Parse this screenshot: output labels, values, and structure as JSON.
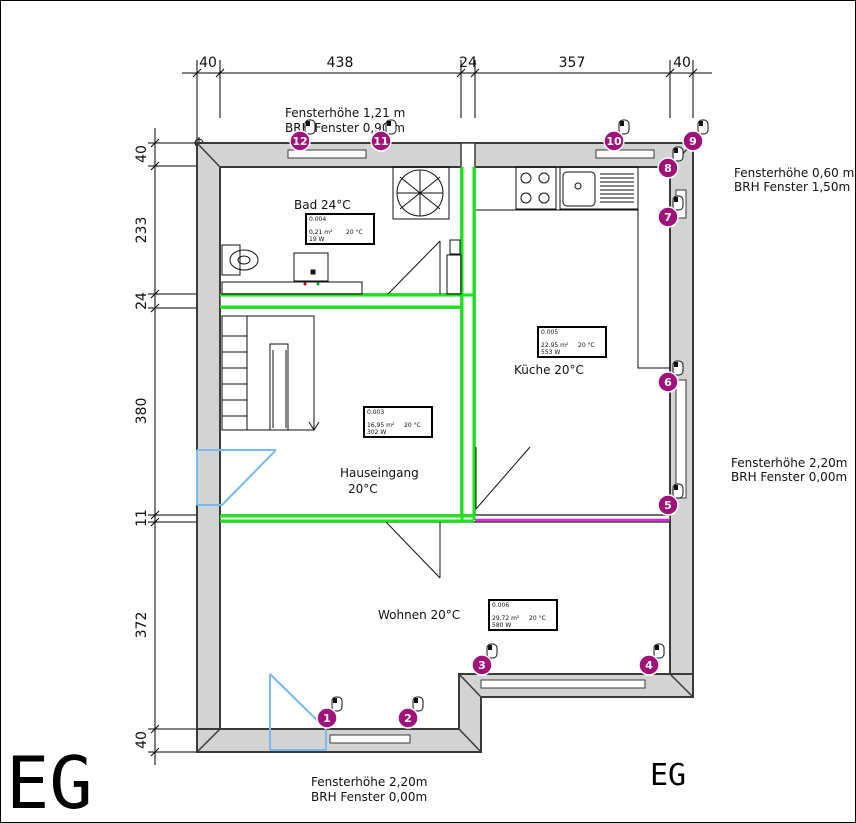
{
  "floor_label": "EG",
  "dims": {
    "top": [
      "40",
      "438",
      "24",
      "357",
      "40"
    ],
    "left": [
      "40",
      "233",
      "24",
      "380",
      "11",
      "372",
      "40"
    ]
  },
  "window_notes": {
    "top": [
      "Fensterhöhe 1,21 m",
      "BRH Fenster 0,90 m"
    ],
    "right_top": [
      "Fensterhöhe 0,60 m",
      "BRH Fenster 1,50m"
    ],
    "right_mid": [
      "Fensterhöhe 2,20m",
      "BRH Fenster 0,00m"
    ],
    "bottom": [
      "Fensterhöhe 2,20m",
      "BRH Fenster 0,00m"
    ]
  },
  "rooms": [
    {
      "name": "Bad 24°C",
      "tag": {
        "id": "0.004",
        "area": "0,21 m²",
        "temp": "20 °C",
        "power": "19 W"
      }
    },
    {
      "name": "Küche 20°C",
      "tag": {
        "id": "0.005",
        "area": "22,95 m²",
        "temp": "20 °C",
        "power": "553 W"
      }
    },
    {
      "name": "Hauseingang",
      "name2": "20°C",
      "tag": {
        "id": "0.003",
        "area": "16,95 m²",
        "temp": "20 °C",
        "power": "302 W"
      }
    },
    {
      "name": "Wohnen 20°C",
      "tag": {
        "id": "0.006",
        "area": "29,72 m²",
        "temp": "20 °C",
        "power": "580 W"
      }
    }
  ],
  "markers": [
    "1",
    "2",
    "3",
    "4",
    "5",
    "6",
    "7",
    "8",
    "9",
    "10",
    "11",
    "12"
  ],
  "colors": {
    "wall_fill": "#d3d3d3",
    "wall_stroke": "#3a3a3a",
    "green": "#16e816",
    "magenta": "#e020e0",
    "door_blue": "#7ab8f0",
    "marker": "#a0127a"
  }
}
